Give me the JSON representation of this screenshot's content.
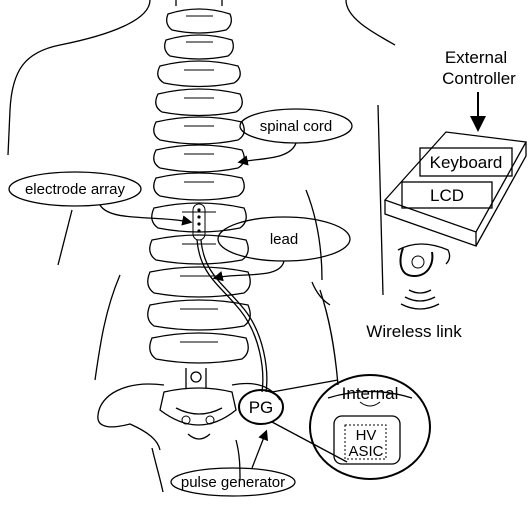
{
  "labels": {
    "spinal_cord": "spinal cord",
    "electrode_array": "electrode array",
    "lead": "lead",
    "pulse_generator": "pulse generator",
    "pg": "PG",
    "internal": "Internal",
    "hv": "HV",
    "asic": "ASIC",
    "external_line1": "External",
    "external_line2": "Controller",
    "keyboard": "Keyboard",
    "lcd": "LCD",
    "wireless_link": "Wireless link"
  },
  "colors": {
    "stroke": "#000000",
    "background": "#ffffff",
    "chip_dots": "#777777"
  }
}
